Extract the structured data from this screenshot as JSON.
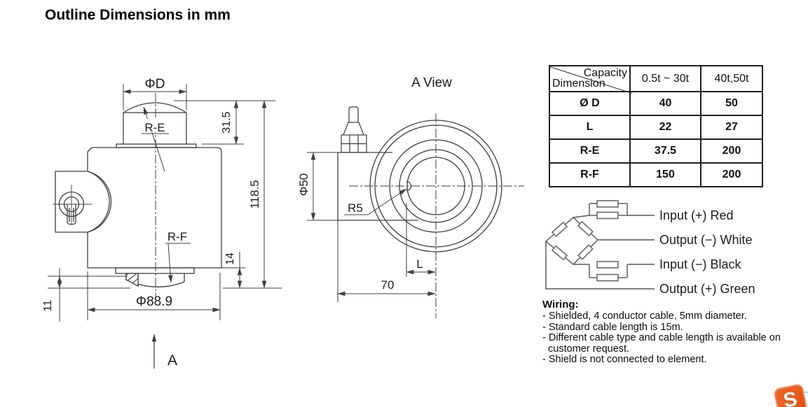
{
  "title": "Outline Dimensions in mm",
  "colors": {
    "line": "#3e3e3e",
    "wire_line": "#555555",
    "logo_orange": "#e8551e"
  },
  "left_view": {
    "phi_d": "ΦD",
    "r_e": "R-E",
    "r_f": "R-F",
    "dim_cap_height": "31.5",
    "dim_total_height": "118.5",
    "dim_foot_height": "14",
    "dim_base_offset": "11",
    "phi_base": "Φ88.9",
    "view_arrow_letter": "A"
  },
  "a_view": {
    "title": "A View",
    "phi_body": "Φ50",
    "radius_hole": "R5",
    "dim_l": "L",
    "dim_70": "70"
  },
  "table": {
    "corner": {
      "top": "Capacity",
      "bottom": "Dimension"
    },
    "columns": [
      "0.5t ~ 30t",
      "40t,50t"
    ],
    "rows": [
      {
        "label": "Ø D",
        "values": [
          "40",
          "50"
        ]
      },
      {
        "label": "L",
        "values": [
          "22",
          "27"
        ]
      },
      {
        "label": "R-E",
        "values": [
          "37.5",
          "200"
        ]
      },
      {
        "label": "R-F",
        "values": [
          "150",
          "200"
        ]
      }
    ]
  },
  "wiring": {
    "labels": [
      "Input (+) Red",
      "Output (−) White",
      "Input (−) Black",
      "Output (+) Green"
    ]
  },
  "notes": {
    "heading": "Wiring:",
    "lines": [
      "- Shielded, 4 conductor cable, 5mm diameter.",
      "- Standard cable length is 15m.",
      "- Different cable type and cable length is available on",
      "  customer request.",
      "- Shield is not connected to element."
    ]
  },
  "logo": {
    "letter": "S"
  }
}
